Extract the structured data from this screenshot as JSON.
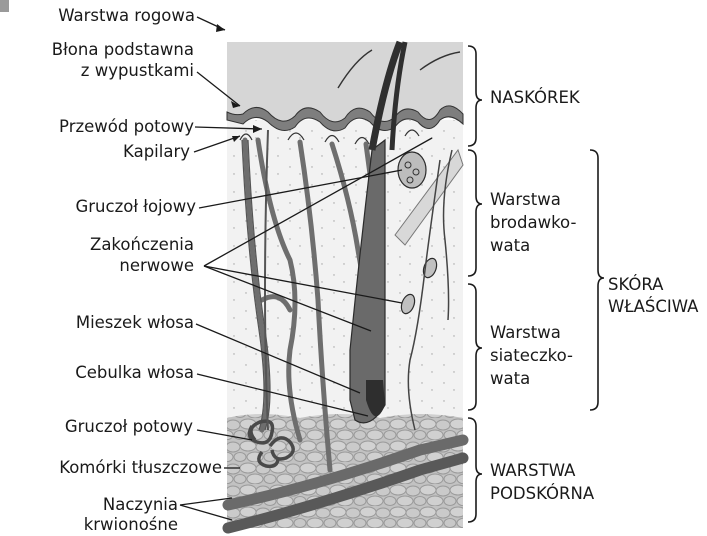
{
  "left_labels": {
    "warstwa_rogowa": "Warstwa rogowa",
    "blona_line1": "Błona podstawna",
    "blona_line2": "z wypustkami",
    "przewod_potowy": "Przewód potowy",
    "kapilary": "Kapilary",
    "gruczol_lojowy": "Gruczoł łojowy",
    "zakonczenia_line1": "Zakończenia",
    "zakonczenia_line2": "nerwowe",
    "mieszek_wlosa": "Mieszek włosa",
    "cebulka_wlosa": "Cebulka włosa",
    "gruczol_potowy": "Gruczoł potowy",
    "komorki_tluszczowe": "Komórki tłuszczowe",
    "naczynia_line1": "Naczynia",
    "naczynia_line2": "krwionośne"
  },
  "right_labels": {
    "naskorek": "NASKÓREK",
    "warstwa_brod_line1": "Warstwa",
    "warstwa_brod_line2": "brodawko-",
    "warstwa_brod_line3": "wata",
    "warstwa_siat_line1": "Warstwa",
    "warstwa_siat_line2": "siateczko-",
    "warstwa_siat_line3": "wata",
    "skora_line1": "SKÓRA",
    "skora_line2": "WŁAŚCIWA",
    "podskorna_line1": "WARSTWA",
    "podskorna_line2": "PODSKÓRNA"
  },
  "colors": {
    "epidermis": "#d6d6d6",
    "basal_band": "#8a8a8a",
    "dermis": "#f1f1f1",
    "fat": "#b9b9b9",
    "vessel": "#6e6e6e",
    "hair": "#3a3a3a",
    "stroke": "#2b2b2b"
  }
}
